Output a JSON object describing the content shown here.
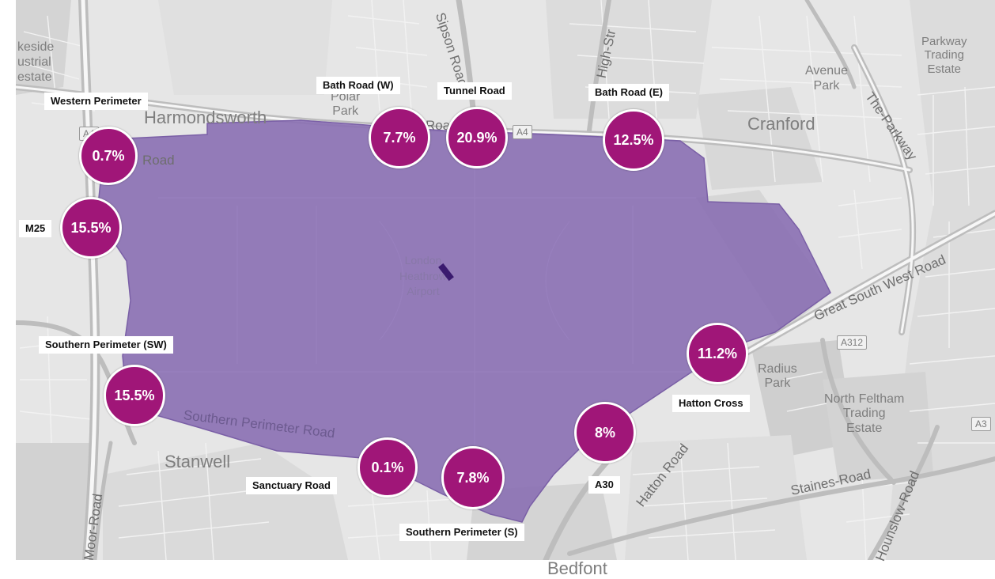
{
  "colors": {
    "zone_fill": "#8a6fb3",
    "bubble_fill": "#a01678",
    "map_base": "#e6e6e6",
    "marker": "#3a1a6e"
  },
  "places": {
    "lakeside": [
      "keside",
      "ustrial",
      "estate"
    ],
    "harmondsworth": "Harmondsworth",
    "polar_park": [
      "Polar",
      "Park"
    ],
    "cranford": "Cranford",
    "avenue_park": [
      "Avenue",
      "Park"
    ],
    "parkway_trading": [
      "Parkway",
      "Trading",
      "Estate"
    ],
    "radius_park": [
      "Radius",
      "Park"
    ],
    "north_feltham": [
      "North Feltham",
      "Trading",
      "Estate"
    ],
    "stanwell": "Stanwell",
    "bedfont": "Bedfont",
    "airport": [
      "London",
      "Heathrow",
      "Airport"
    ]
  },
  "roads": {
    "sipson_road": "Sipson Road",
    "high_street": "High-Str",
    "the_parkway": "The-Parkway",
    "great_south_west_road": "Great South West Road",
    "hatton_road": "Hatton Road",
    "staines_road": "Staines-Road",
    "hounslow_road": "Hounslow-Road",
    "moor_road": "Moor-Road",
    "southern_perimeter_road": "Southern Perimeter Road",
    "bath_road_fragment": "Road",
    "western_road_fragment": "Road"
  },
  "shields": {
    "a4": "A4",
    "a312": "A312",
    "a3": "A3",
    "a4_west": "A4"
  },
  "gates": [
    {
      "id": "western-perimeter",
      "label": "Western Perimeter",
      "value": "0.7%"
    },
    {
      "id": "m25",
      "label": "M25",
      "value": "15.5%"
    },
    {
      "id": "bath-road-w",
      "label": "Bath Road (W)",
      "value": "7.7%"
    },
    {
      "id": "tunnel-road",
      "label": "Tunnel Road",
      "value": "20.9%"
    },
    {
      "id": "bath-road-e",
      "label": "Bath Road (E)",
      "value": "12.5%"
    },
    {
      "id": "hatton-cross",
      "label": "Hatton Cross",
      "value": "11.2%"
    },
    {
      "id": "a30",
      "label": "A30",
      "value": "8%"
    },
    {
      "id": "southern-perimeter-s",
      "label": "Southern Perimeter (S)",
      "value": "7.8%"
    },
    {
      "id": "sanctuary-road",
      "label": "Sanctuary Road",
      "value": "0.1%"
    },
    {
      "id": "southern-perimeter-sw",
      "label": "Southern Perimeter (SW)",
      "value": "15.5%"
    }
  ]
}
